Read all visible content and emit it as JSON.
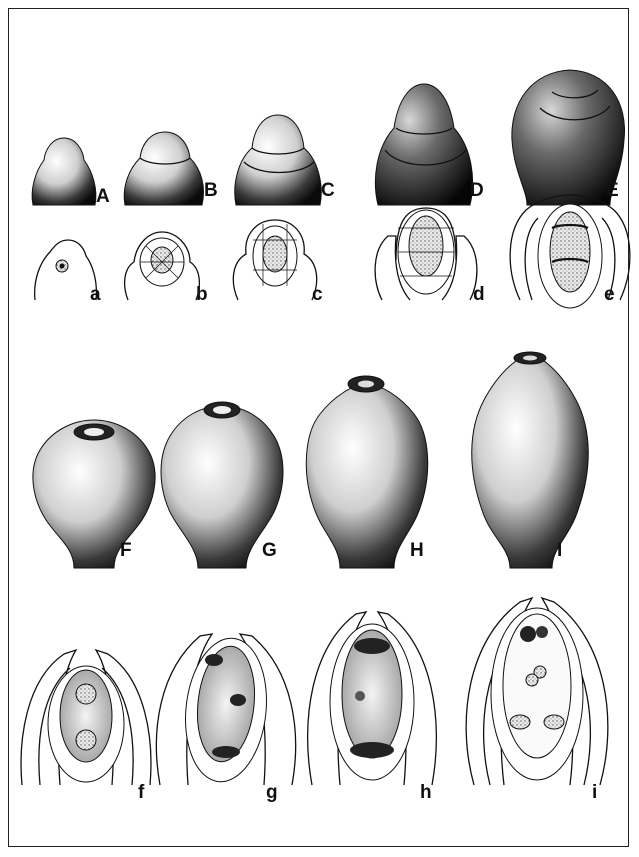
{
  "stages_external": [
    {
      "label": "A"
    },
    {
      "label": "B"
    },
    {
      "label": "C"
    },
    {
      "label": "D"
    },
    {
      "label": "E"
    },
    {
      "label": "F"
    },
    {
      "label": "G"
    },
    {
      "label": "H"
    },
    {
      "label": "I"
    }
  ],
  "stages_section": [
    {
      "label": "a"
    },
    {
      "label": "b"
    },
    {
      "label": "c"
    },
    {
      "label": "d"
    },
    {
      "label": "e"
    },
    {
      "label": "f"
    },
    {
      "label": "g"
    },
    {
      "label": "h"
    },
    {
      "label": "i"
    }
  ],
  "colors": {
    "ink": "#111111",
    "paper": "#ffffff",
    "shade": "#1a1a1a"
  }
}
